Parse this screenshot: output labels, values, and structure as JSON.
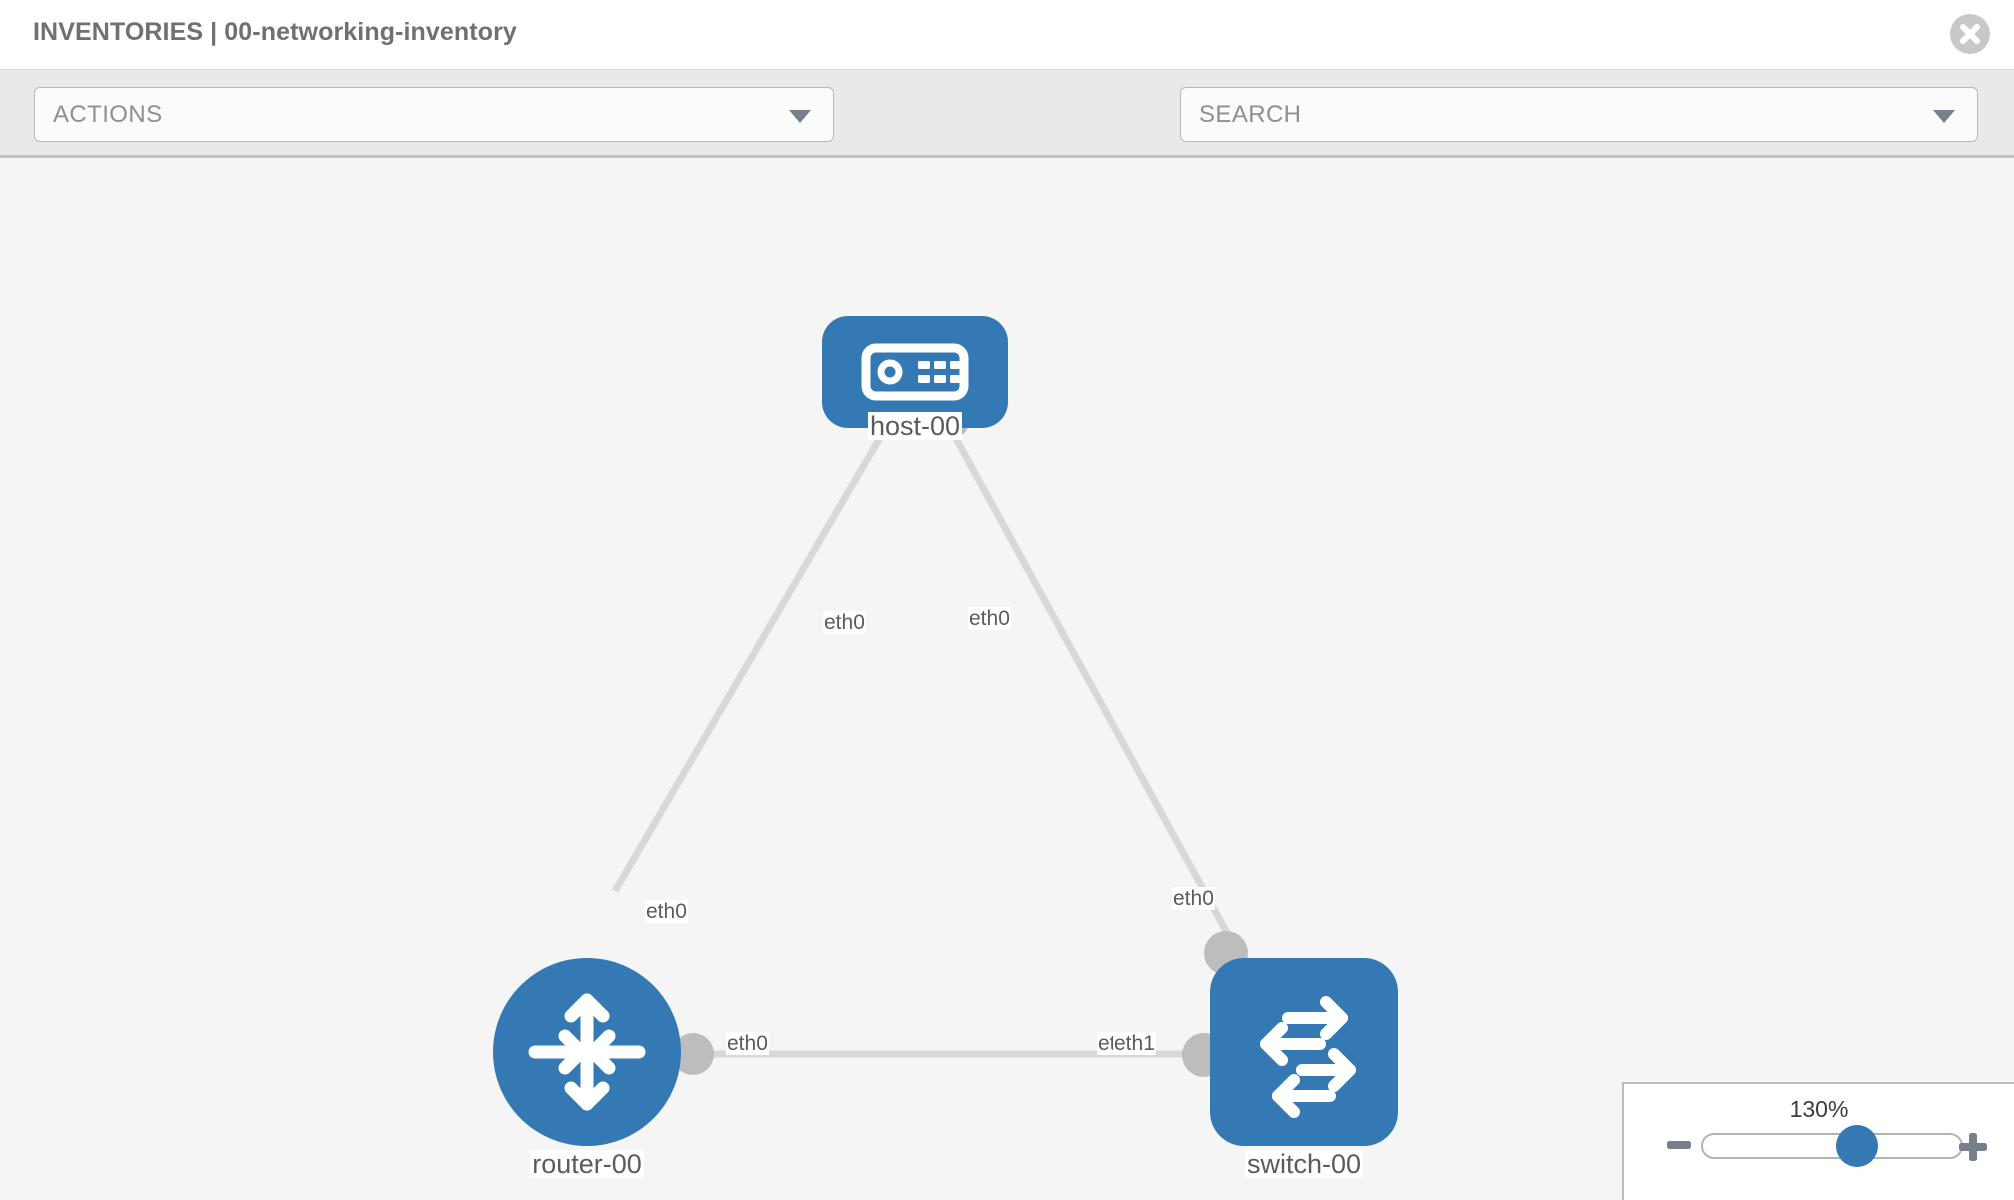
{
  "header": {
    "title": "INVENTORIES | 00-networking-inventory",
    "close_icon": "close-circle-icon"
  },
  "toolbar": {
    "actions_label": "ACTIONS",
    "actions_caret_icon": "chevron-down-icon",
    "wrench_icon": "wrench-icon",
    "key_icon": "key-icon",
    "search_placeholder": "SEARCH",
    "search_caret_icon": "chevron-down-icon"
  },
  "topology": {
    "nodes": [
      {
        "id": "host-00",
        "label": "host-00",
        "type": "host",
        "icon": "server-chassis-icon",
        "shape": "rounded-rect",
        "color": "#3579b4"
      },
      {
        "id": "router-00",
        "label": "router-00",
        "type": "router",
        "icon": "four-way-arrows-icon",
        "shape": "circle",
        "color": "#3579b4"
      },
      {
        "id": "switch-00",
        "label": "switch-00",
        "type": "switch",
        "icon": "bidirectional-arrows-icon",
        "shape": "rounded-square",
        "color": "#3579b4"
      }
    ],
    "interface_labels": {
      "host_left": "eth0",
      "host_right": "eth0",
      "router_up": "eth0",
      "switch_up": "eth0",
      "router_right": "eth0",
      "switch_left_under": "eth",
      "switch_left": "eth1"
    },
    "edges": [
      {
        "from": "host-00",
        "to": "router-00",
        "from_iface": "eth0",
        "to_iface": "eth0"
      },
      {
        "from": "host-00",
        "to": "switch-00",
        "from_iface": "eth0",
        "to_iface": "eth0"
      },
      {
        "from": "router-00",
        "to": "switch-00",
        "from_iface": "eth0",
        "to_iface": "eth1"
      }
    ],
    "edge_color": "#d8d8d8",
    "nub_color": "#bdbdbd"
  },
  "zoom_control": {
    "percent": "130%",
    "minus_icon": "minus-icon",
    "plus_icon": "plus-icon",
    "slider_name": "zoom-slider"
  }
}
